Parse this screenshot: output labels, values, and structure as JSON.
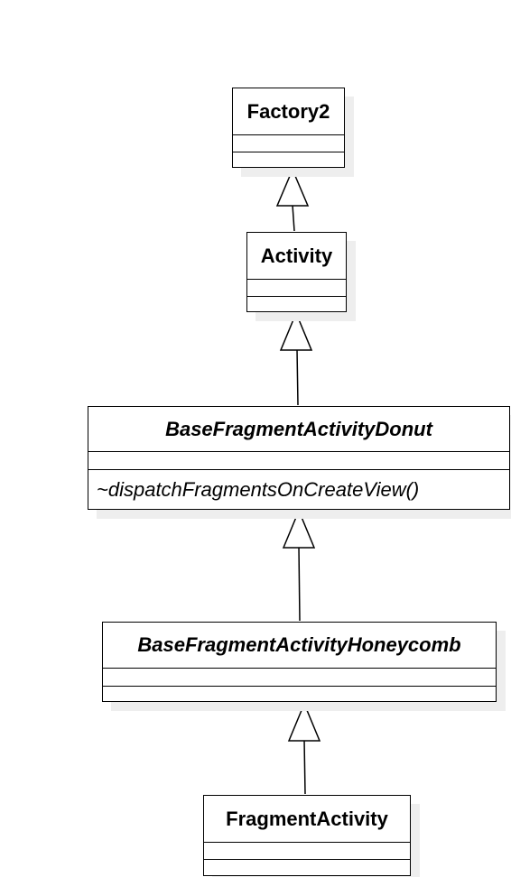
{
  "classes": [
    {
      "id": "factory2",
      "name": "Factory2",
      "abstract": false,
      "operations": []
    },
    {
      "id": "activity",
      "name": "Activity",
      "abstract": false,
      "operations": []
    },
    {
      "id": "donut",
      "name": "BaseFragmentActivityDonut",
      "abstract": true,
      "operations": [
        "~dispatchFragmentsOnCreateView()"
      ]
    },
    {
      "id": "honeycomb",
      "name": "BaseFragmentActivityHoneycomb",
      "abstract": true,
      "operations": []
    },
    {
      "id": "fragment",
      "name": "FragmentActivity",
      "abstract": false,
      "operations": []
    }
  ],
  "relations": [
    {
      "type": "generalization",
      "from": "activity",
      "to": "factory2"
    },
    {
      "type": "generalization",
      "from": "donut",
      "to": "activity"
    },
    {
      "type": "generalization",
      "from": "honeycomb",
      "to": "donut"
    },
    {
      "type": "generalization",
      "from": "fragment",
      "to": "honeycomb"
    }
  ]
}
